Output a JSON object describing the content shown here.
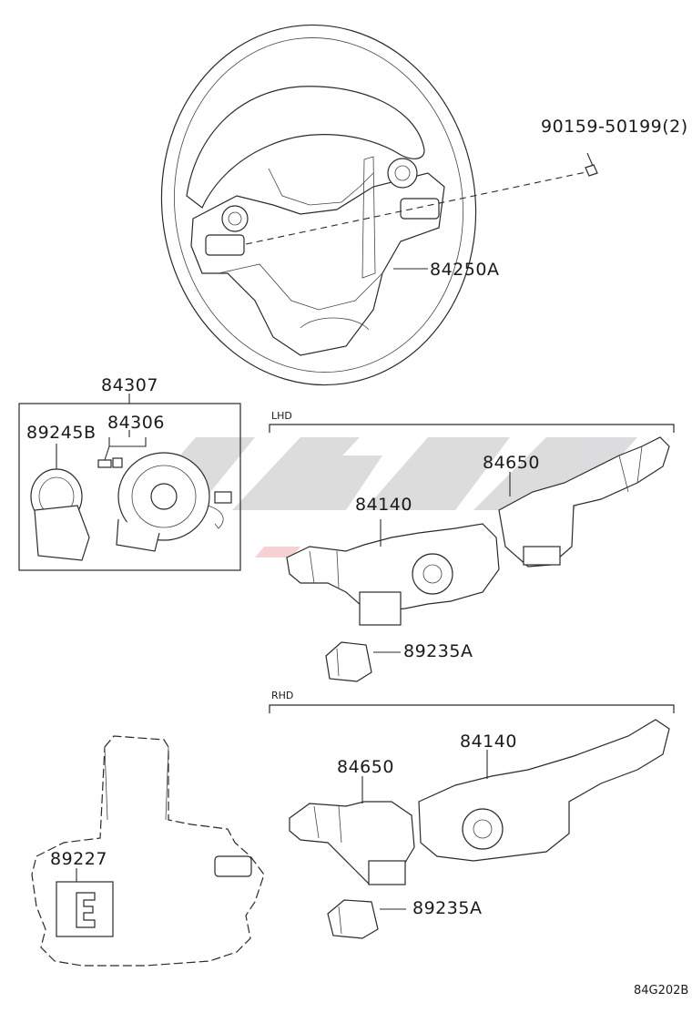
{
  "parts": {
    "p1": "90159-50199(2)",
    "p2": "84250A",
    "p3": "84307",
    "p4": "89245B",
    "p5": "84306",
    "p6": "84650",
    "p7": "84140",
    "p8": "89235A",
    "p9": "84650",
    "p10": "84140",
    "p11": "89227",
    "p12": "89235A"
  },
  "sections": {
    "lhd": "LHD",
    "rhd": "RHD"
  },
  "diagram_code": "84G202B",
  "colors": {
    "line": "#2a2a2a",
    "watermark": "#d6d6d8",
    "watermark_accent": "#f4c9cc"
  }
}
